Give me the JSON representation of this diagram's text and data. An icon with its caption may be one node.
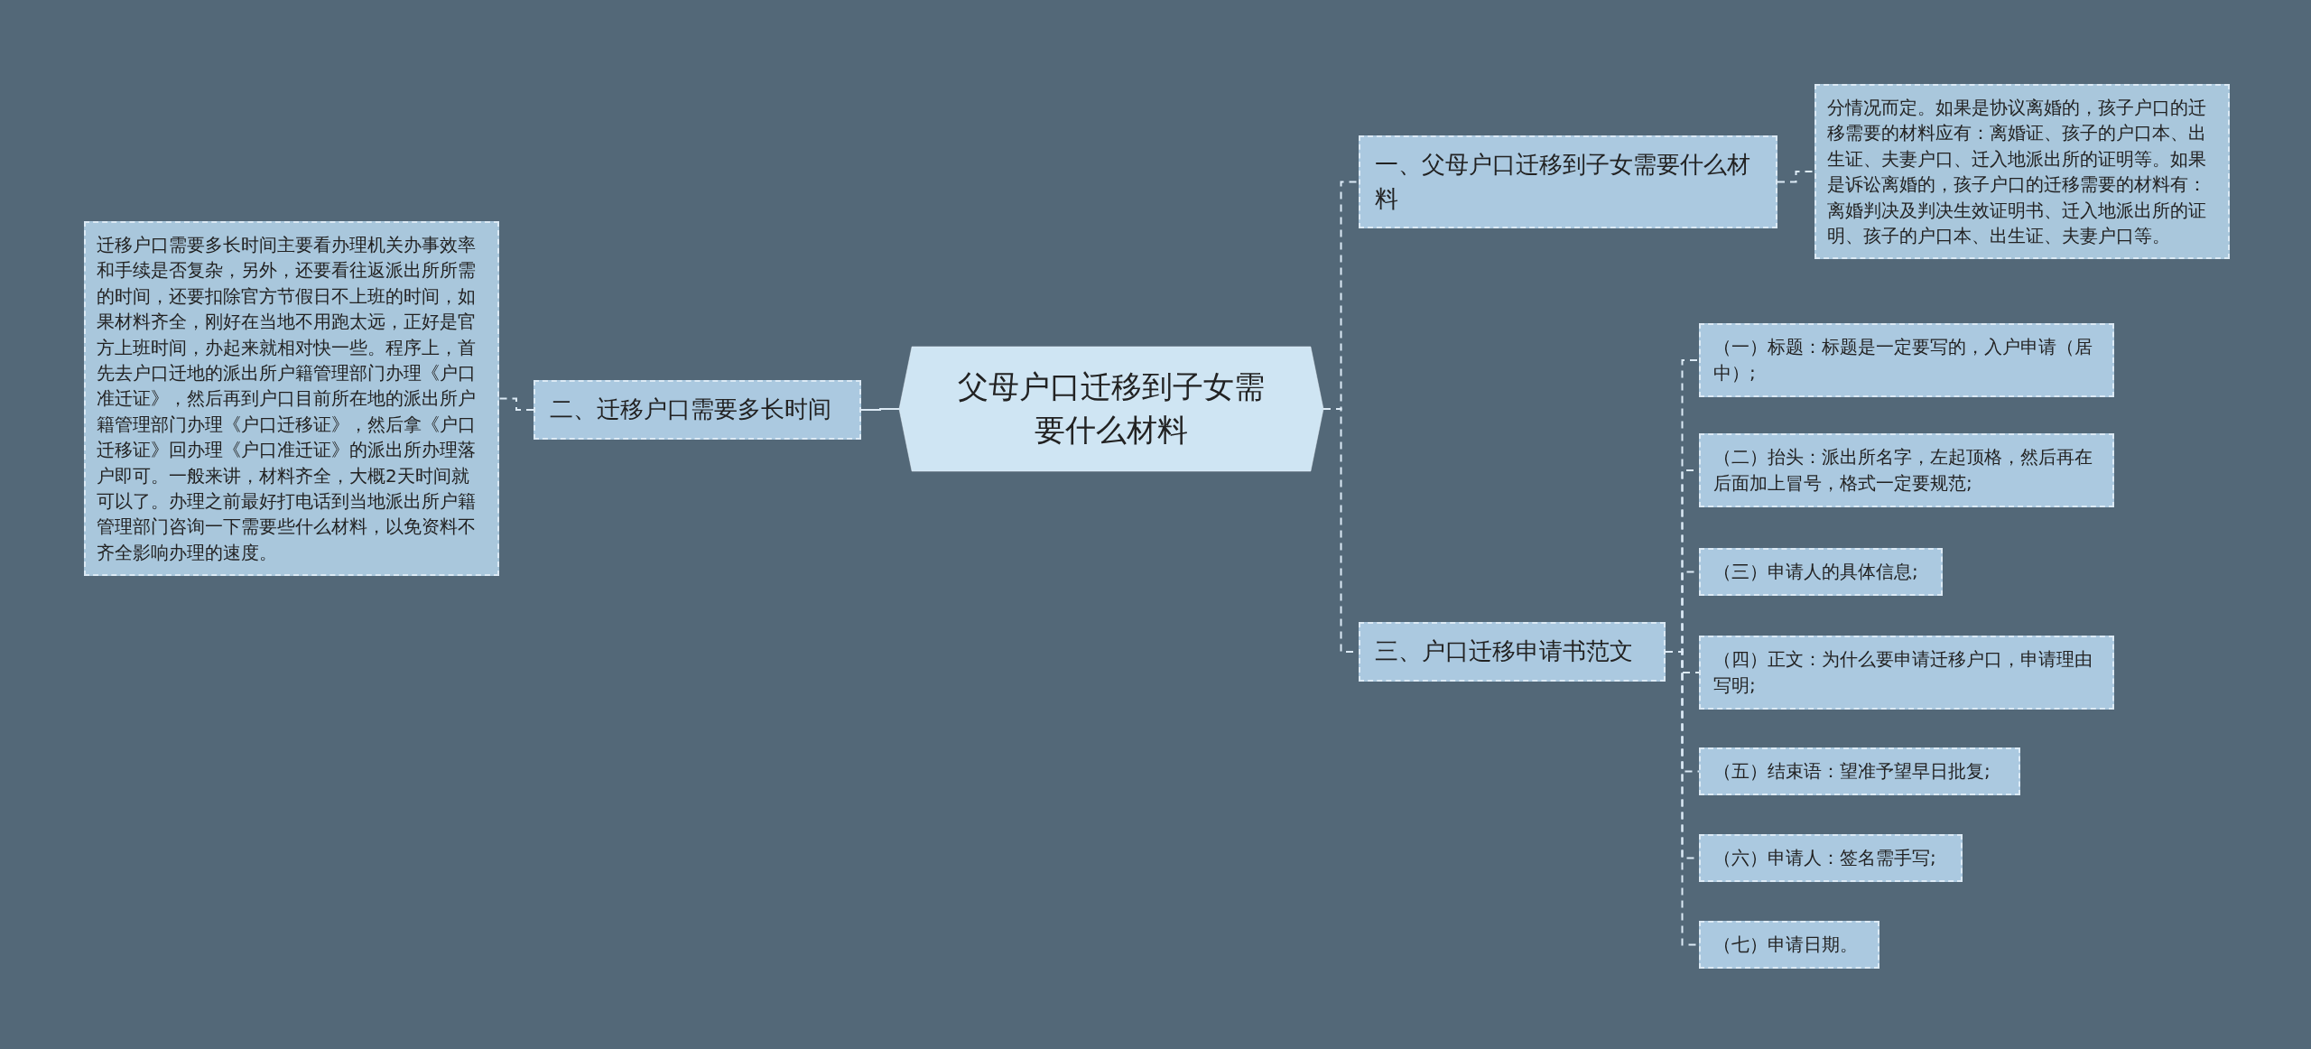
{
  "diagram": {
    "nodes": [
      {
        "text": [
          "父母户口迁移到子女需要什么材料"
        ]
      },
      {
        "text": [
          "一、父母户口迁移到子女需要什么材料"
        ]
      },
      {
        "text": [
          "分情况而定。如果是协议离婚的，孩子户口的迁移需要的材料应有：离婚证、孩子的户口本、出生证、夫妻户口、迁入地派出所的证明等。如果是诉讼离婚的，孩子户口的迁移需要的材料有：离婚判决及判决生效证明书、迁入地派出所的证明、孩子的户口本、出生证、夫妻户口等。"
        ]
      },
      {
        "text": [
          "二、迁移户口需要多长时间"
        ]
      },
      {
        "text": [
          "迁移户口需要多长时间主要看办理机关办事效率和手续是否复杂，另外，还要看往返派出所所需的时间，还要扣除官方节假日不上班的时间，如果材料齐全，刚好在当地不用跑太远，正好是官方上班时间，办起来就相对快一些。程序上，首先去户口迁地的派出所户籍管理部门办理《户口准迁证》，然后再到户口目前所在地的派出所户籍管理部门办理《户口迁移证》，然后拿《户口迁移证》回办理《户口准迁证》的派出所办理落户即可。一般来讲，材料齐全，大概2天时间就可以了。办理之前最好打电话到当地派出所户籍管理部门咨询一下需要些什么材料，以免资料不齐全影响办理的速度。"
        ]
      },
      {
        "text": [
          "三、户口迁移申请书范文"
        ]
      },
      {
        "text": [
          "（一）标题：标题是一定要写的，入户申请（居中）;"
        ]
      },
      {
        "text": [
          "（二）抬头：派出所名字，左起顶格，然后再在后面加上冒号，格式一定要规范;"
        ]
      },
      {
        "text": [
          "（三）申请人的具体信息;"
        ]
      },
      {
        "text": [
          "（四）正文：为什么要申请迁移户口，申请理由写明;"
        ]
      },
      {
        "text": [
          "（五）结束语：望准予望早日批复;"
        ]
      },
      {
        "text": [
          "（六）申请人：签名需手写;"
        ]
      },
      {
        "text": [
          "（七）申请日期。"
        ]
      }
    ],
    "edges": [
      {
        "from": 0,
        "to": 1,
        "arrow": "none",
        "style": "dashed"
      },
      {
        "from": 1,
        "to": 2,
        "arrow": "none",
        "style": "dashed"
      },
      {
        "from": 0,
        "to": 3,
        "arrow": "none"
      },
      {
        "from": 3,
        "to": 4,
        "arrow": "none",
        "style": "dashed"
      },
      {
        "from": 0,
        "to": 5,
        "arrow": "none",
        "style": "dashed"
      },
      {
        "from": 5,
        "to": 6,
        "arrow": "none",
        "style": "dashed"
      },
      {
        "from": 5,
        "to": 7,
        "arrow": "none",
        "style": "dashed"
      },
      {
        "from": 5,
        "to": 8,
        "arrow": "none",
        "style": "dashed"
      },
      {
        "from": 5,
        "to": 9,
        "arrow": "none",
        "style": "dashed"
      },
      {
        "from": 5,
        "to": 10,
        "arrow": "none",
        "style": "dashed"
      },
      {
        "from": 5,
        "to": 11,
        "arrow": "none",
        "style": "dashed"
      },
      {
        "from": 5,
        "to": 12,
        "arrow": "none",
        "style": "dashed"
      }
    ]
  }
}
